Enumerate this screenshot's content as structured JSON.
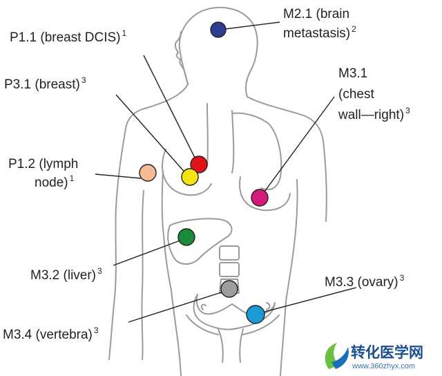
{
  "colors": {
    "body_outline": "#9a9a9a",
    "text": "#231f20",
    "watermark_blue": "#1a4f8f",
    "watermark_green": "#6cbf3f"
  },
  "sites": [
    {
      "id": "p1_1",
      "label": "P1.1 (breast DCIS)",
      "sup": "1",
      "color": "#e3131b"
    },
    {
      "id": "p3_1",
      "label": "P3.1 (breast)",
      "sup": "3",
      "color": "#f6e310"
    },
    {
      "id": "p1_2",
      "label_lines": [
        "P1.2 (lymph",
        "node)"
      ],
      "sup": "1",
      "color": "#f5bb94"
    },
    {
      "id": "m2_1",
      "label_lines": [
        "M2.1 (brain",
        "metastasis)"
      ],
      "sup": "2",
      "color": "#2d3d93"
    },
    {
      "id": "m3_1",
      "label_lines": [
        "M3.1",
        "(chest",
        "wall—right)"
      ],
      "sup": "3",
      "color": "#d4197f"
    },
    {
      "id": "m3_2",
      "label": "M3.2 (liver)",
      "sup": "3",
      "color": "#1a8b3a"
    },
    {
      "id": "m3_3",
      "label": "M3.3 (ovary)",
      "sup": "3",
      "color": "#1b9ad6"
    },
    {
      "id": "m3_4",
      "label": "M3.4 (vertebra)",
      "sup": "3",
      "color": "#9d9d9d"
    }
  ],
  "watermark": {
    "name": "转化医学网",
    "url": "www.360zhyx.com"
  }
}
